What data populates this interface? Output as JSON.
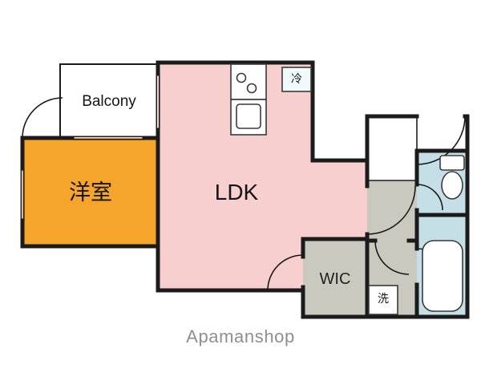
{
  "floorplan": {
    "rooms": {
      "balcony": {
        "label": "Balcony"
      },
      "western_room": {
        "label": "洋室"
      },
      "ldk": {
        "label": "LDK"
      },
      "wic": {
        "label": "WIC"
      }
    },
    "fixtures": {
      "refrigerator_label": "冷",
      "washer_label": "洗"
    },
    "watermark": "Apamanshop"
  },
  "colors": {
    "wall": "#1b1b1b",
    "room-western": "#f5a42c",
    "room-ldk": "#f8cfcf",
    "floor-gray": "#c9c9c0",
    "room-bath": "#c4dfe6",
    "fridge-fill": "#f2f9fb",
    "watermark-gray": "#8f8f8f"
  }
}
